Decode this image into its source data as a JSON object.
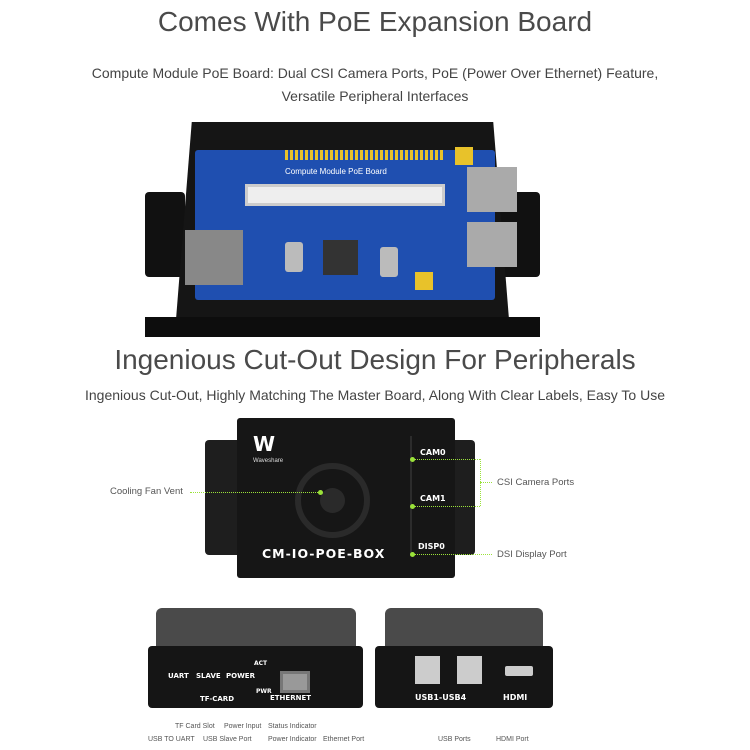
{
  "section1": {
    "title": "Comes With PoE Expansion Board",
    "subtitle_line1": "Compute Module PoE Board: Dual CSI Camera Ports, PoE (Power Over Ethernet) Feature,",
    "subtitle_line2": "Versatile Peripheral Interfaces",
    "board_label": "Compute Module PoE Board"
  },
  "section2": {
    "title": "Ingenious Cut-Out Design For Peripherals",
    "subtitle": "Ingenious Cut-Out, Highly Matching The Master Board, Along With Clear Labels, Easy To Use"
  },
  "top_box": {
    "logo_text": "Waveshare",
    "name": "CM-IO-POE-BOX",
    "ports": [
      "CAM0",
      "CAM1",
      "DISP0"
    ],
    "callouts": {
      "fan": "Cooling Fan Vent",
      "csi": "CSI Camera Ports",
      "dsi": "DSI Display Port"
    }
  },
  "front_box": {
    "ports": [
      "UART",
      "SLAVE",
      "POWER",
      "TF-CARD",
      "ACT",
      "PWR",
      "ETHERNET"
    ],
    "callouts": [
      "TF Card Slot",
      "Power Input",
      "Status Indicator",
      "USB TO UART",
      "USB Slave Port",
      "Power Indicator",
      "Ethernet Port"
    ]
  },
  "back_box": {
    "ports": [
      "USB1-USB4",
      "HDMI"
    ],
    "callouts": [
      "USB Ports",
      "HDMI Port"
    ]
  },
  "colors": {
    "accent": "#9be23a",
    "board": "#1f4fb0",
    "case": "#1a1a1a"
  }
}
